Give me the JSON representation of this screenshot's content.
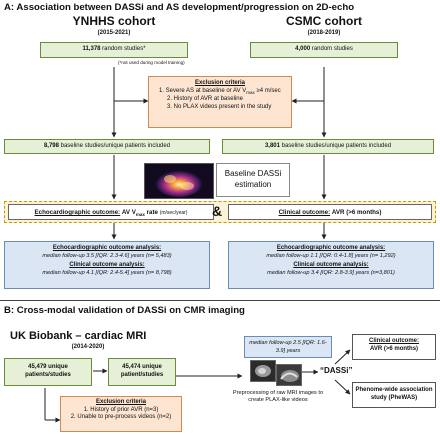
{
  "sectionA": {
    "title": "A: Association between DASSi and AS development/progression on 2D-echo",
    "left": {
      "cohort": "YNHHS cohort",
      "years": "(2015-2021)",
      "random_count": "11,378",
      "random_label": "random studies*",
      "footnote": "(*not used during model training)",
      "baseline_count": "8,798",
      "baseline_label": "baseline studies/unique patients included"
    },
    "right": {
      "cohort": "CSMC cohort",
      "years": "(2018-2019)",
      "random_count": "4,000",
      "random_label": "random studies",
      "baseline_count": "3,801",
      "baseline_label": "baseline studies/unique patients included"
    },
    "exclusion": {
      "title": "Exclusion criteria",
      "items": [
        "1. Severe AS at baseline or AV V",
        "max",
        " ≥4 m/sec",
        "2. History of AVR at baseline",
        "3. No PLAX videos present in the study"
      ]
    },
    "dassi_label": "Baseline DASSi estimation",
    "outcome_left_prefix": "Echocardiographic outcome:",
    "outcome_left_rest": "AV V",
    "outcome_left_sub": "max",
    "outcome_left_tail": "rate",
    "outcome_left_units": "(m/sec/year)",
    "ampersand": "&",
    "outcome_right_prefix": "Clinical outcome:",
    "outcome_right_rest": "AVR (>6 months)",
    "left_result": {
      "echo_title": "Echocardiographic outcome analysis:",
      "echo_text": "median follow-up 3.5 [IQR: 2.3-4.6] years (n= 5,483)",
      "clin_title": "Clinical outcome analysis:",
      "clin_text": "median follow-up 4.1 [IQR: 2.4-5.4] years (n= 8,798)"
    },
    "right_result": {
      "echo_title": "Echocardiographic outcome analysis:",
      "echo_text": "median follow-up 1.1 [IQR: 0.4-1.8] years (n= 1,292)",
      "clin_title": "Clinical outcome analysis:",
      "clin_text": "median follow-up 3.4 [IQR: 2.8-3.9] years (n=3,801)"
    }
  },
  "sectionB": {
    "title": "B: Cross-modal validation of DASSi on CMR imaging",
    "cohort": "UK Biobank – cardiac MRI",
    "years": "(2014-2020)",
    "box1_count": "45,479 unique",
    "box1_label": "patients/studies",
    "box2_count": "45,474 unique",
    "box2_label": "patient/studies",
    "followup": "median follow-up 2.5 [IQR: 1.6-3.9] years",
    "exclusion_title": "Exclusion criteria",
    "exclusion_items": [
      "1. History of prior AVR (n=3)",
      "2. Unable to pre-process videos (n=2)"
    ],
    "dassi_quote": "“DASSi”",
    "preprocess_text": "Preprocessing of raw MRI images to create PLAX-like videos",
    "clinical_title": "Clinical outcome:",
    "clinical_text": "AVR (>6 months)",
    "phewas": "Phenome-wide association study (PheWAS)"
  }
}
